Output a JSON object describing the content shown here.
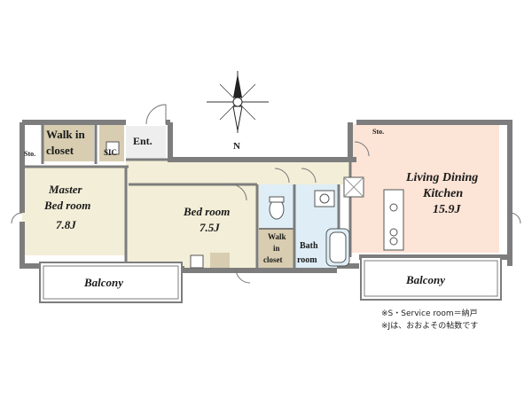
{
  "compass": {
    "north_label": "N"
  },
  "rooms": {
    "walk_in_closet_master": {
      "line1": "Walk in",
      "line2": "closet"
    },
    "sto_left": "Sto.",
    "sic": "SIC",
    "entrance": "Ent.",
    "master_bedroom": {
      "line1": "Master",
      "line2": "Bed room",
      "size": "7.8J"
    },
    "bedroom": {
      "line1": "Bed room",
      "size": "7.5J"
    },
    "walk_in_closet_small": {
      "line1": "Walk",
      "line2": "in",
      "line3": "closet"
    },
    "bath": {
      "line1": "Bath",
      "line2": "room"
    },
    "ldk": {
      "line1": "Living Dining",
      "line2": "Kitchen",
      "size": "15.9J"
    },
    "sto_right": "Sto.",
    "balcony_left": "Balcony",
    "balcony_right": "Balcony"
  },
  "notes": [
    "※S・Service room＝納戸",
    "※Jは、おおよその帖数です"
  ],
  "colors": {
    "wall": "#7d7d7d",
    "floor_wood": "#f2eed8",
    "floor_ldk": "#fce4d6",
    "floor_wet": "#dfeef6",
    "closet": "#d8cdb0",
    "balcony": "#ffffff"
  }
}
